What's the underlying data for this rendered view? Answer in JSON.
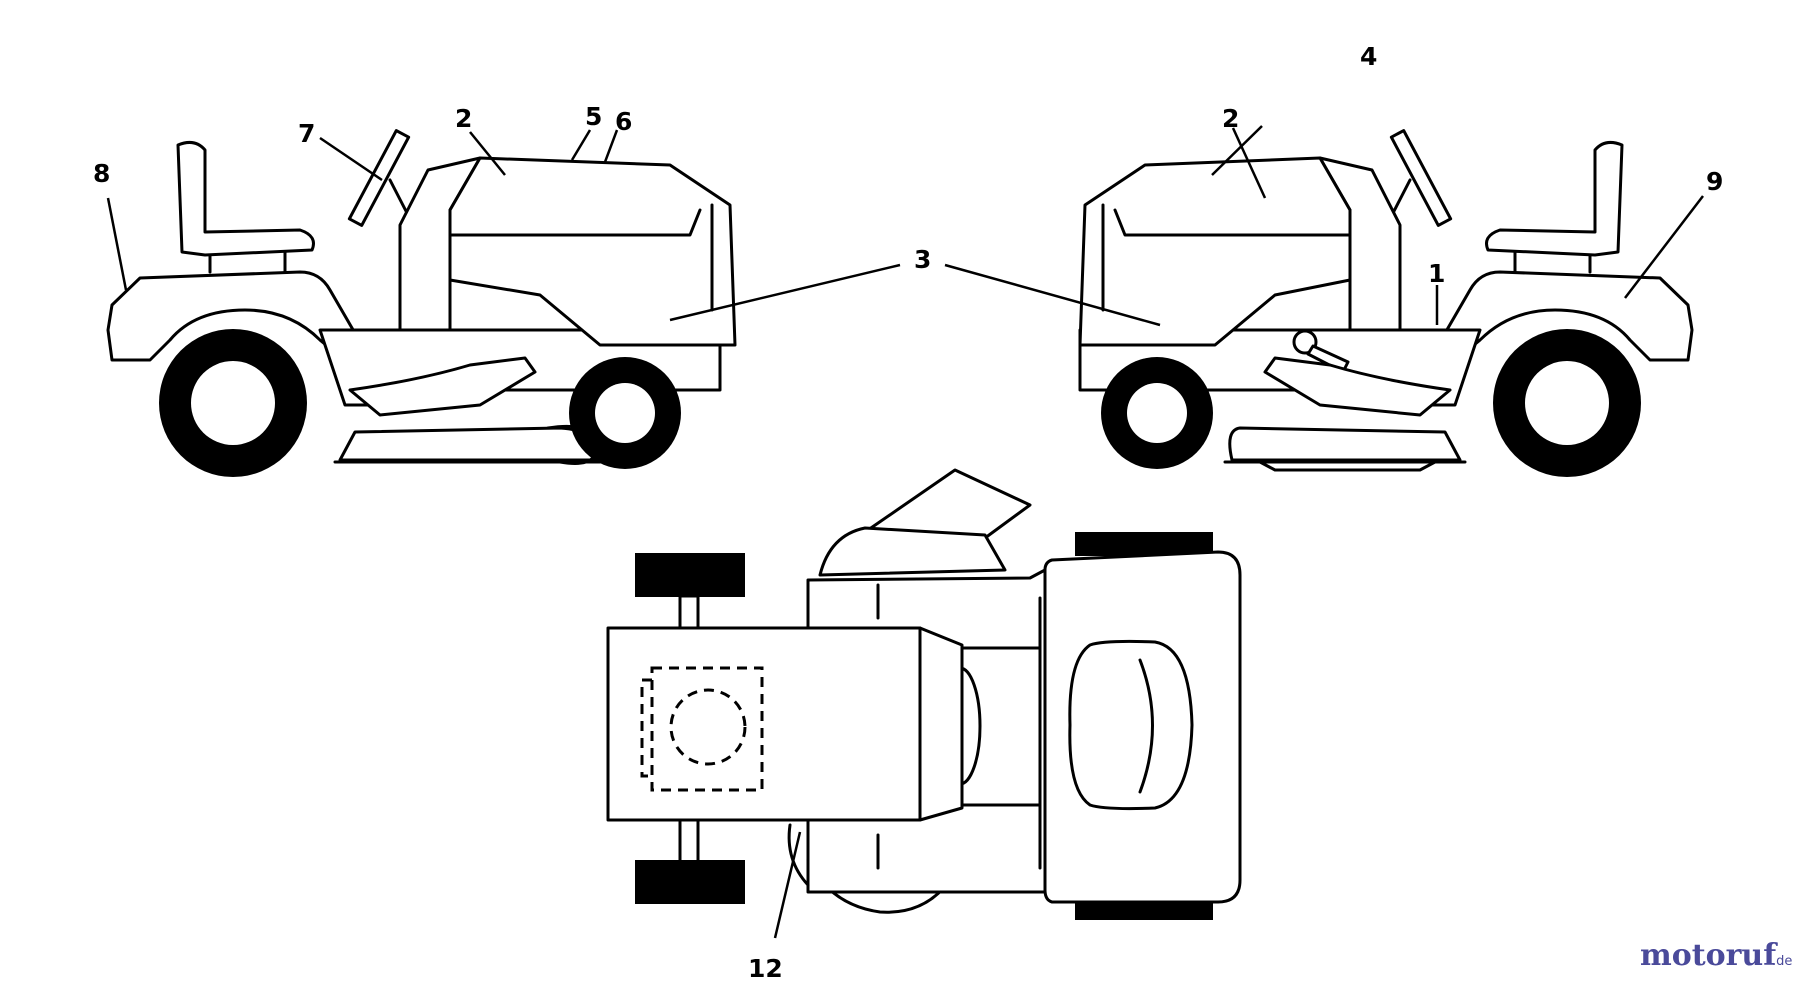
{
  "callouts": {
    "c1": "1",
    "c2_left": "2",
    "c2_right": "2",
    "c3": "3",
    "c4": "4",
    "c5": "5",
    "c6": "6",
    "c7": "7",
    "c8": "8",
    "c9": "9",
    "c12": "12"
  },
  "watermark": {
    "brand": "motoruf",
    "tld": ".de",
    "colors": {
      "primary": "#4a4a9a",
      "accent": "#c9a227"
    }
  }
}
